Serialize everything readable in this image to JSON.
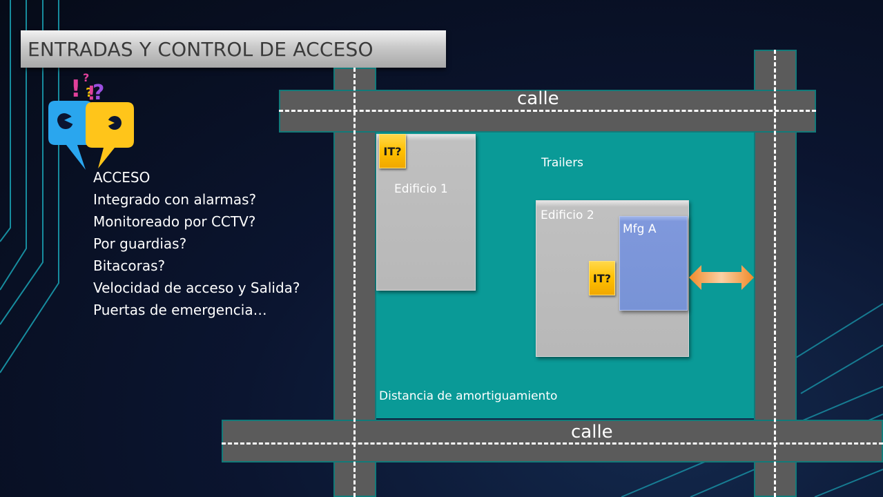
{
  "slide": {
    "title": "ENTRADAS Y CONTROL DE ACCESO",
    "icon": "question-bubbles-icon",
    "access_items": [
      "ACCESO",
      "Integrado con alarmas?",
      "Monitoreado por CCTV?",
      "Por guardias?",
      "Bitacoras?",
      "Velocidad de acceso y Salida?",
      "Puertas de emergencia…"
    ]
  },
  "map": {
    "street_top": "calle",
    "street_bottom": "calle",
    "building_1": "Edificio 1",
    "building_2": "Edificio 2",
    "mfg_area": "Mfg A",
    "it_badge_1": "IT?",
    "it_badge_2": "IT?",
    "trailers": "Trailers",
    "buffer_zone": "Distancia de amortiguamiento"
  },
  "colors": {
    "plot": "#0a9a97",
    "road": "#5b5b5b",
    "building": "#bdbdbd",
    "mfg": "#7893d6",
    "it_badge": "#ffc000",
    "arrow": "#f39a3c"
  }
}
